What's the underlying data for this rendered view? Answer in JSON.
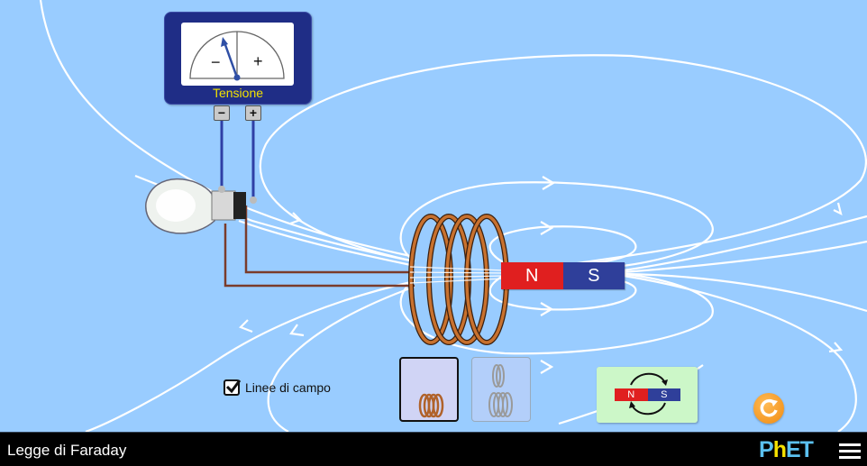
{
  "app": {
    "title": "Legge di Faraday",
    "logo": "PhET",
    "menu_icon": "hamburger-menu-icon"
  },
  "colors": {
    "background": "#99ccff",
    "field_line": "#ffffff",
    "magnet_north": "#e01f1f",
    "magnet_south": "#2f3f9a",
    "coil": "#c8712e",
    "voltmeter_body": "#1f2d86",
    "voltmeter_label": "#f2e200",
    "flip_button": "#ccf7c8",
    "reset_button": "#f08a10",
    "navbar": "#000000"
  },
  "voltmeter": {
    "label": "Tensione",
    "minus_sign": "−",
    "plus_sign": "+",
    "terminal_minus": "−",
    "terminal_plus": "+",
    "needle_position": "slightly negative"
  },
  "magnet": {
    "north_label": "N",
    "south_label": "S"
  },
  "controls": {
    "field_lines_checkbox": {
      "label": "Linee di campo",
      "checked": true
    },
    "coil_selector": [
      {
        "name": "one-coil",
        "selected": true
      },
      {
        "name": "two-coils",
        "selected": false
      }
    ],
    "flip_magnet": {
      "north_label": "N",
      "south_label": "S"
    },
    "reset_icon": "reset-icon"
  }
}
